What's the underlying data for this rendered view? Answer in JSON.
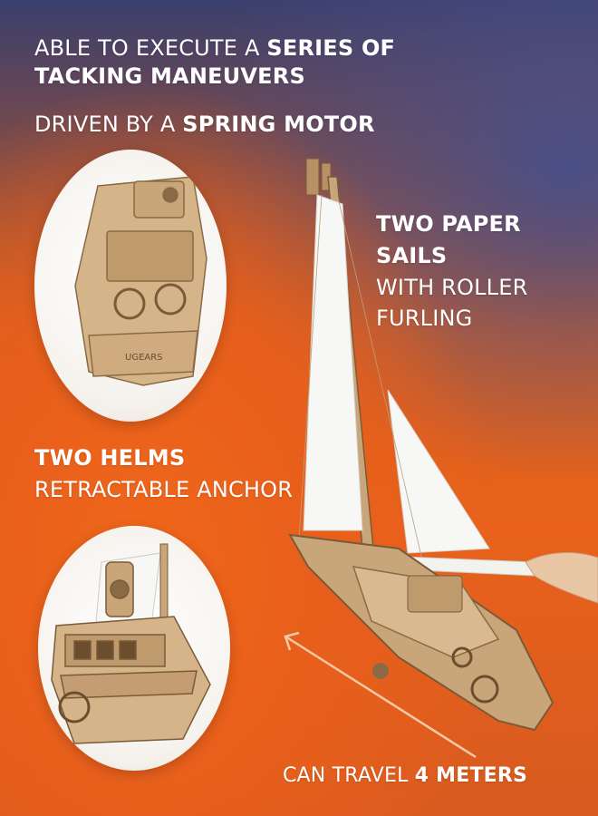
{
  "headlines": {
    "line1_normal": "ABLE TO EXECUTE A ",
    "line1_bold": "SERIES OF TACKING MANEUVERS",
    "line2_normal": "DRIVEN BY A ",
    "line2_bold": "SPRING MOTOR",
    "sails_bold": "TWO PAPER SAILS",
    "sails_normal_1": "WITH ROLLER",
    "sails_normal_2": "FURLING",
    "helms_bold": "TWO HELMS",
    "helms_normal": "RETRACTABLE ANCHOR",
    "travel_normal": "CAN TRAVEL ",
    "travel_bold": "4 METERS"
  },
  "colors": {
    "text": "#ffffff",
    "orange": "#e8621b",
    "navy": "#3a3f6e",
    "wood": "#c9a57a",
    "wood_dark": "#8a6a45",
    "sail": "#f7f7f5"
  }
}
